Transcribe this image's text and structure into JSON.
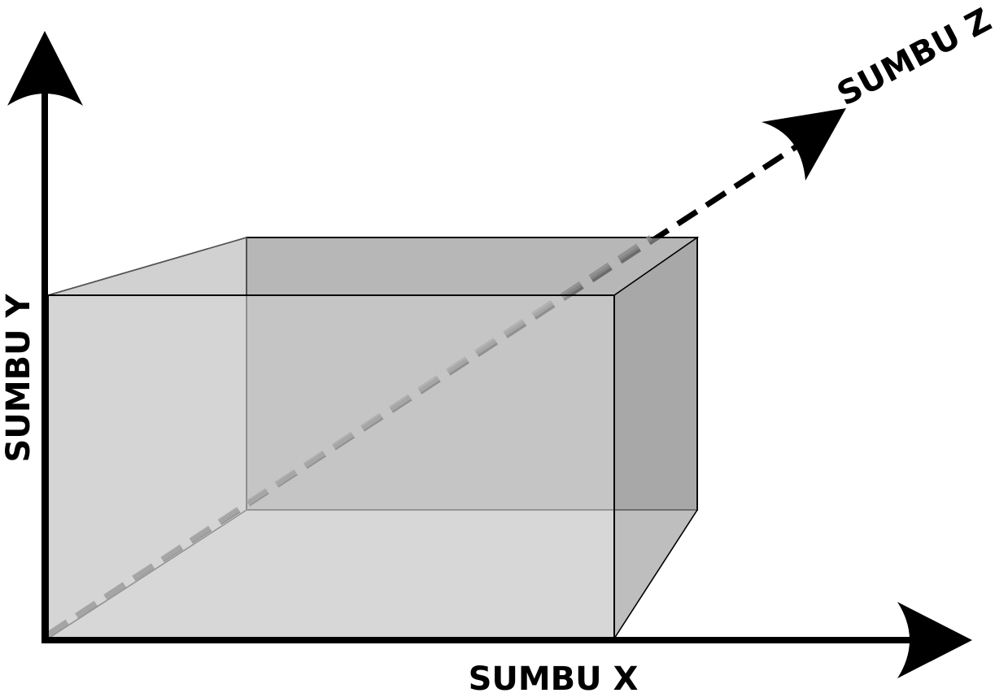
{
  "axes": {
    "x_label": "SUMBU X",
    "y_label": "SUMBU Y",
    "z_label": "SUMBU Z"
  },
  "colors": {
    "axis": "#000000",
    "box_edge": "#000000",
    "back_face": "#8c8c8c",
    "top_face": "#a6a6a6",
    "front_face": "#c8c8c8",
    "bottom_face": "#e6e6e6",
    "hidden_axis": "#8a8a8a"
  }
}
